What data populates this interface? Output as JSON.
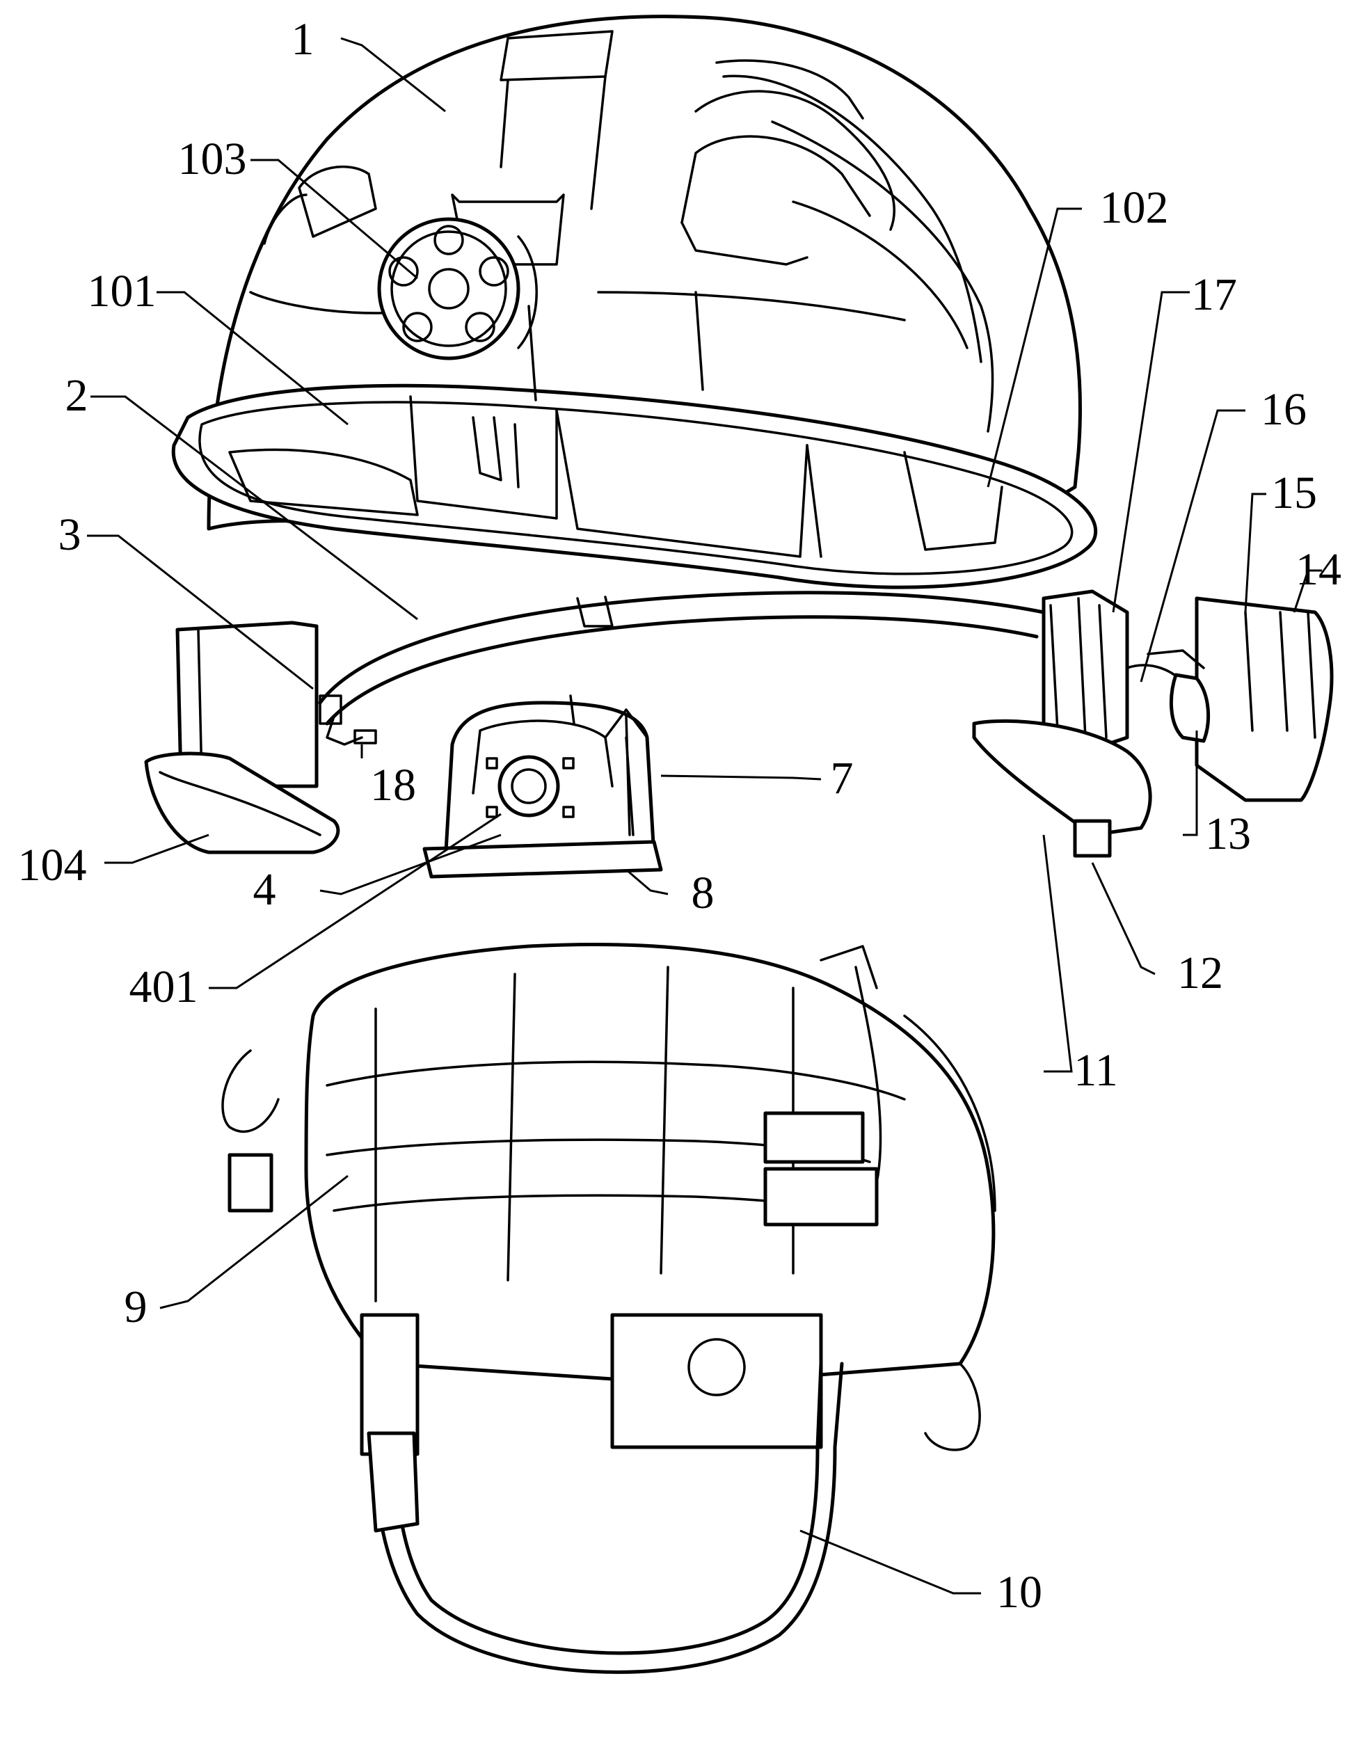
{
  "figure": {
    "labels": [
      {
        "id": "1",
        "text": "1"
      },
      {
        "id": "2",
        "text": "2"
      },
      {
        "id": "3",
        "text": "3"
      },
      {
        "id": "4",
        "text": "4"
      },
      {
        "id": "7",
        "text": "7"
      },
      {
        "id": "8",
        "text": "8"
      },
      {
        "id": "9",
        "text": "9"
      },
      {
        "id": "10",
        "text": "10"
      },
      {
        "id": "11",
        "text": "11"
      },
      {
        "id": "12",
        "text": "12"
      },
      {
        "id": "13",
        "text": "13"
      },
      {
        "id": "14",
        "text": "14"
      },
      {
        "id": "15",
        "text": "15"
      },
      {
        "id": "16",
        "text": "16"
      },
      {
        "id": "17",
        "text": "17"
      },
      {
        "id": "18",
        "text": "18"
      },
      {
        "id": "101",
        "text": "101"
      },
      {
        "id": "102",
        "text": "102"
      },
      {
        "id": "103",
        "text": "103"
      },
      {
        "id": "104",
        "text": "104"
      },
      {
        "id": "401",
        "text": "401"
      }
    ]
  }
}
